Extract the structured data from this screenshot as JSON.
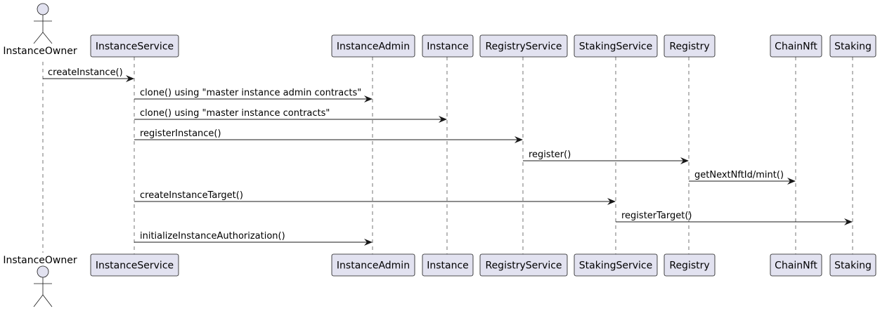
{
  "diagram": {
    "participants": [
      {
        "id": "owner",
        "label": "InstanceOwner",
        "kind": "actor"
      },
      {
        "id": "isvc",
        "label": "InstanceService",
        "kind": "participant"
      },
      {
        "id": "iadmin",
        "label": "InstanceAdmin",
        "kind": "participant"
      },
      {
        "id": "inst",
        "label": "Instance",
        "kind": "participant"
      },
      {
        "id": "rsvc",
        "label": "RegistryService",
        "kind": "participant"
      },
      {
        "id": "ssvc",
        "label": "StakingService",
        "kind": "participant"
      },
      {
        "id": "reg",
        "label": "Registry",
        "kind": "participant"
      },
      {
        "id": "nft",
        "label": "ChainNft",
        "kind": "participant"
      },
      {
        "id": "stk",
        "label": "Staking",
        "kind": "participant"
      }
    ],
    "messages": [
      {
        "from": "owner",
        "to": "isvc",
        "label": "createInstance()"
      },
      {
        "from": "isvc",
        "to": "iadmin",
        "label": "clone() using \"master instance admin contracts\""
      },
      {
        "from": "isvc",
        "to": "inst",
        "label": "clone() using \"master instance contracts\""
      },
      {
        "from": "isvc",
        "to": "rsvc",
        "label": "registerInstance()"
      },
      {
        "from": "rsvc",
        "to": "reg",
        "label": "register()"
      },
      {
        "from": "reg",
        "to": "nft",
        "label": "getNextNftId/mint()"
      },
      {
        "from": "isvc",
        "to": "ssvc",
        "label": "createInstanceTarget()"
      },
      {
        "from": "ssvc",
        "to": "stk",
        "label": "registerTarget()"
      },
      {
        "from": "isvc",
        "to": "iadmin",
        "label": "initializeInstanceAuthorization()"
      }
    ]
  }
}
